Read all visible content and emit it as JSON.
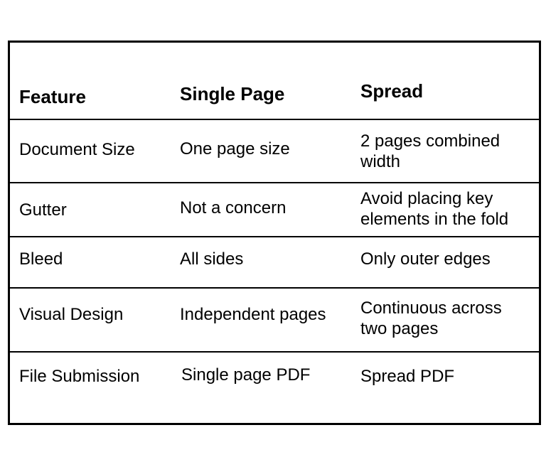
{
  "table": {
    "columns": [
      "Feature",
      "Single Page",
      "Spread"
    ],
    "rows": [
      {
        "feature": "Document Size",
        "single": "One page size",
        "spread": [
          "2 pages combined",
          "width"
        ]
      },
      {
        "feature": "Gutter",
        "single": "Not a concern",
        "spread": [
          "Avoid placing key",
          "elements in the fold"
        ]
      },
      {
        "feature": "Bleed",
        "single": "All sides",
        "spread": [
          "Only outer edges"
        ]
      },
      {
        "feature": "Visual Design",
        "single": "Independent pages",
        "spread": [
          "Continuous across",
          "two pages"
        ]
      },
      {
        "feature": "File Submission",
        "single": "Single page PDF",
        "spread": [
          "Spread PDF"
        ]
      }
    ]
  }
}
